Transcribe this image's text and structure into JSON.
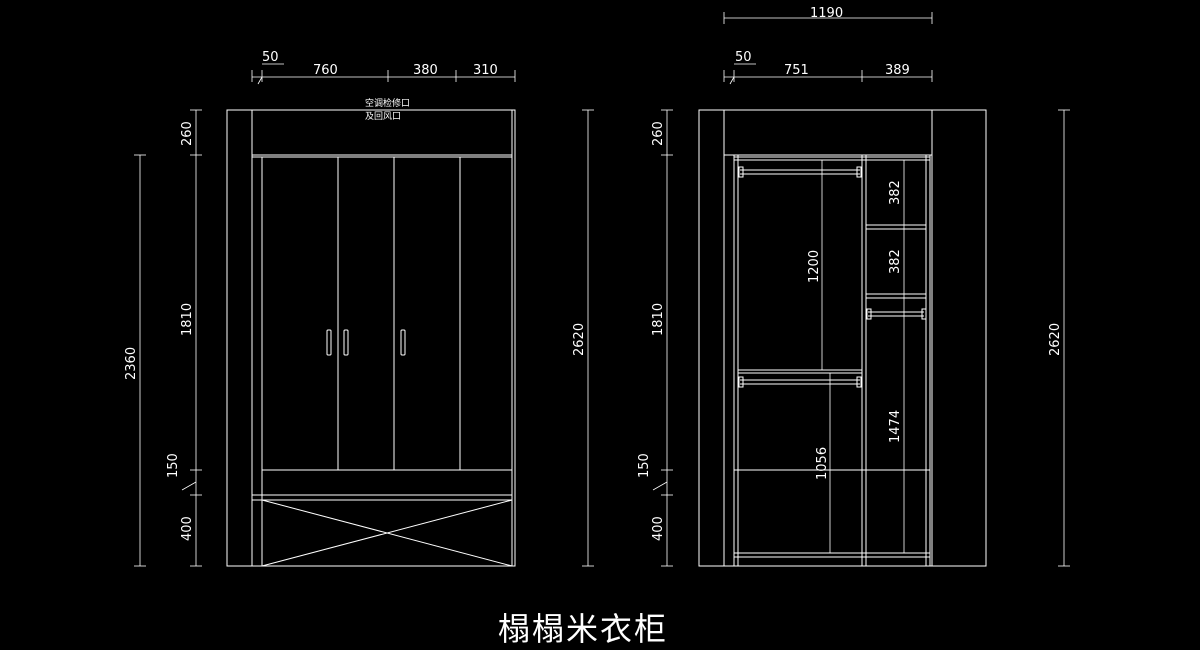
{
  "title": "榻榻米衣柜",
  "front_elevation": {
    "note_line1": "空调检修口",
    "note_line2": "及回风口",
    "dims": {
      "top_50": "50",
      "top_760": "760",
      "top_380": "380",
      "top_310": "310",
      "left_260": "260",
      "left_1810": "1810",
      "left_150": "150",
      "left_400": "400",
      "left_2360": "2360",
      "right_2620": "2620"
    }
  },
  "interior_elevation": {
    "dims": {
      "top_1190": "1190",
      "top_50": "50",
      "top_751": "751",
      "top_389": "389",
      "left_260": "260",
      "left_1810": "1810",
      "left_150": "150",
      "left_400": "400",
      "right_2620": "2620",
      "inner_382_a": "382",
      "inner_382_b": "382",
      "inner_1200": "1200",
      "inner_1056": "1056",
      "inner_1474": "1474"
    }
  }
}
